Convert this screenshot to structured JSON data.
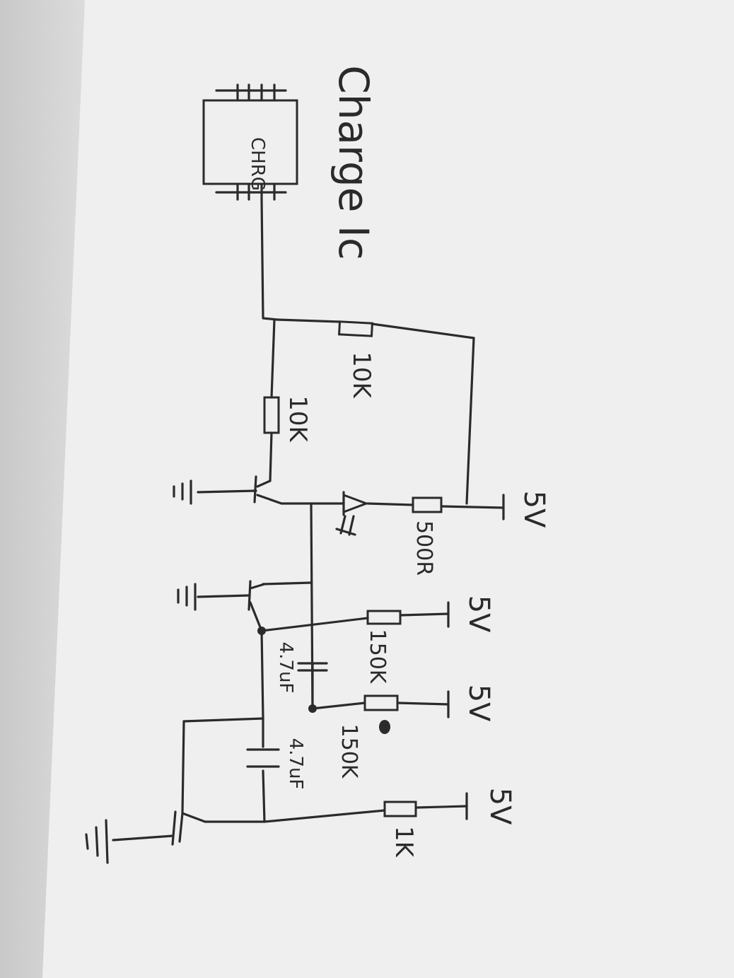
{
  "diagram": {
    "ic": {
      "title": "Charge Ic",
      "pin_label": "CHRG"
    },
    "resistors": [
      "10K",
      "10K",
      "500R",
      "150K",
      "150K",
      "1K"
    ],
    "capacitors": [
      "4.7uF",
      "4.7uF"
    ],
    "supply_labels": [
      "5V",
      "5V",
      "5V",
      "5V"
    ]
  },
  "colors": {
    "ink": "#2b2b2b",
    "paper": "#ececec"
  }
}
